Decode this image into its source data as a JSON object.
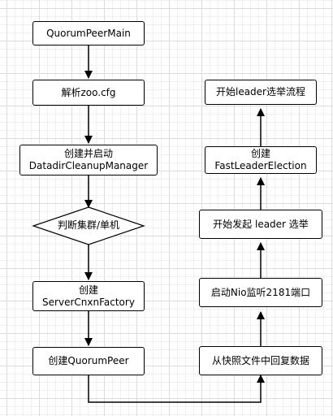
{
  "nodes": {
    "n1": {
      "lines": [
        "QuorumPeerMain"
      ]
    },
    "n2": {
      "lines": [
        "解析zoo.cfg"
      ]
    },
    "n3": {
      "lines": [
        "创建并启动",
        "DatadirCleanupManager"
      ]
    },
    "n4": {
      "lines": [
        "判断集群/单机"
      ]
    },
    "n5": {
      "lines": [
        "创建",
        "ServerCnxnFactory"
      ]
    },
    "n6": {
      "lines": [
        "创建QuorumPeer"
      ]
    },
    "n7": {
      "lines": [
        "从快照文件中回复数据"
      ]
    },
    "n8": {
      "lines": [
        "启动Nio监听2181端口"
      ]
    },
    "n9": {
      "lines": [
        "开始发起 leader 选举"
      ]
    },
    "n10": {
      "lines": [
        "创建",
        "FastLeaderElection"
      ]
    },
    "n11": {
      "lines": [
        "开始leader选举流程"
      ]
    }
  }
}
